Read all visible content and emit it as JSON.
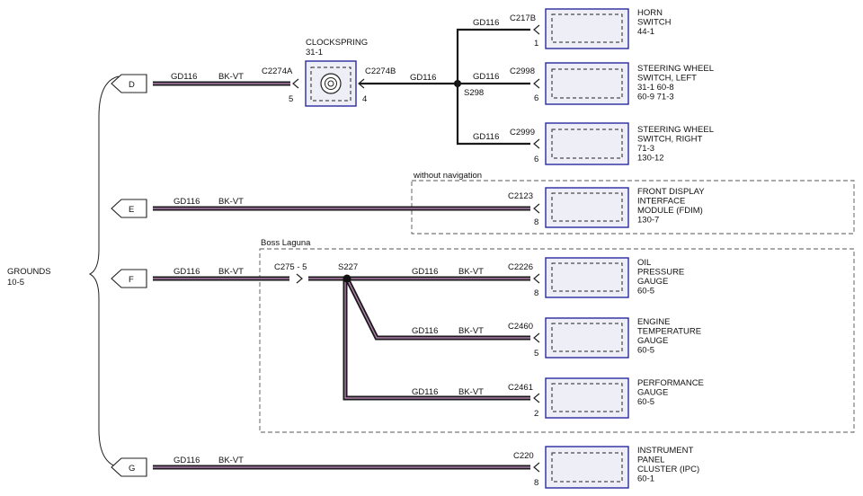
{
  "grounds": {
    "label": "GROUNDS",
    "ref": "10-5"
  },
  "tabs": {
    "D": "D",
    "E": "E",
    "F": "F",
    "G": "G"
  },
  "regions": {
    "without_navigation": "without navigation",
    "boss_laguna": "Boss Laguna"
  },
  "clockspring": {
    "title": "CLOCKSPRING",
    "ref": "31-1",
    "pin_left": "5",
    "pin_right": "4"
  },
  "wires": {
    "d_circuit": "GD116",
    "d_color": "BK-VT",
    "d_conn": "C2274A",
    "clock_conn": "C2274B",
    "clock_circuit": "GD116",
    "splice_s298": "S298",
    "horn_circuit": "GD116",
    "horn_conn": "C217B",
    "horn_pin": "1",
    "swl_circuit": "GD116",
    "swl_conn": "C2998",
    "swl_pin": "6",
    "swr_circuit": "GD116",
    "swr_conn": "C2999",
    "swr_pin": "6",
    "e_circuit": "GD116",
    "e_color": "BK-VT",
    "fdim_conn": "C2123",
    "fdim_pin": "8",
    "f_circuit": "GD116",
    "f_color": "BK-VT",
    "f_conn": "C275 - 5",
    "splice_s227": "S227",
    "oil_circuit": "GD116",
    "oil_color": "BK-VT",
    "oil_conn": "C2226",
    "oil_pin": "8",
    "eng_circuit": "GD116",
    "eng_color": "BK-VT",
    "eng_conn": "C2460",
    "eng_pin": "5",
    "perf_circuit": "GD116",
    "perf_color": "BK-VT",
    "perf_conn": "C2461",
    "perf_pin": "2",
    "g_circuit": "GD116",
    "g_color": "BK-VT",
    "ipc_conn": "C220",
    "ipc_pin": "8"
  },
  "components": {
    "horn": {
      "lines": [
        "HORN",
        "SWITCH",
        "44-1"
      ]
    },
    "swl": {
      "lines": [
        "STEERING WHEEL",
        "SWITCH, LEFT",
        "31-1   60-8",
        "60-9   71-3"
      ]
    },
    "swr": {
      "lines": [
        "STEERING WHEEL",
        "SWITCH, RIGHT",
        "71-3",
        "130-12"
      ]
    },
    "fdim": {
      "lines": [
        "FRONT DISPLAY",
        "INTERFACE",
        "MODULE (FDIM)",
        "130-7"
      ]
    },
    "oil": {
      "lines": [
        "OIL",
        "PRESSURE",
        "GAUGE",
        "60-5"
      ]
    },
    "eng": {
      "lines": [
        "ENGINE",
        "TEMPERATURE",
        "GAUGE",
        "60-5"
      ]
    },
    "perf": {
      "lines": [
        "PERFORMANCE",
        "GAUGE",
        "60-5"
      ]
    },
    "ipc": {
      "lines": [
        "INSTRUMENT",
        "PANEL",
        "CLUSTER (IPC)",
        "60-1"
      ]
    }
  },
  "colors": {
    "wire_stripe": "#b27fae",
    "component_border": "#2a2aa0",
    "component_fill": "#eeeef6"
  }
}
